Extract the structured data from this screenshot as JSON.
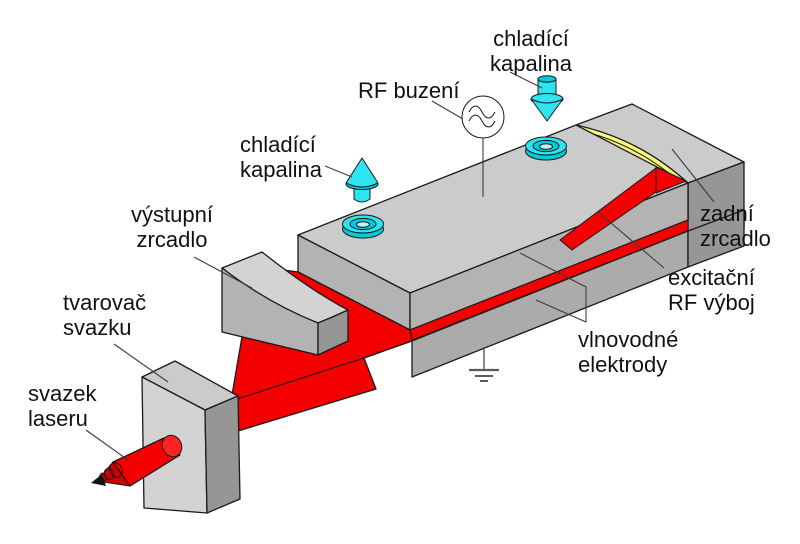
{
  "labels": {
    "coolant_right": {
      "line1": "chladící",
      "line2": "kapalina"
    },
    "rf_drive": {
      "text": "RF buzení"
    },
    "coolant_left": {
      "line1": "chladící",
      "line2": "kapalina"
    },
    "output_mirror": {
      "line1": "výstupní",
      "line2": "zrcadlo"
    },
    "beam_shaper": {
      "line1": "tvarovač",
      "line2": "svazku"
    },
    "laser_beam": {
      "line1": "svazek",
      "line2": "laseru"
    },
    "rear_mirror": {
      "line1": "zadní",
      "line2": "zrcadlo"
    },
    "rf_discharge": {
      "line1": "excitační",
      "line2": "RF výboj"
    },
    "electrodes": {
      "line1": "vlnovodné",
      "line2": "elektrody"
    }
  },
  "icons": {
    "rf_source": "ac-sine-source-icon",
    "ground": "earth-ground-icon",
    "coolant_in": "down-arrow-icon",
    "coolant_out": "up-arrow-icon"
  },
  "colors": {
    "red": "#f40000",
    "red_bright": "#ff2222",
    "red_dark": "#cf0000",
    "yellow": "#f7f67e",
    "cyan": "#2ee4f0",
    "cyan_mid": "#00cbd9",
    "cyan_pale": "#b5f8fc",
    "gray_top": "#cbcbcb",
    "gray_front": "#b3b3b3",
    "gray_front_low": "#ababab",
    "gray_side": "#969696",
    "gray_light": "#d3d3d3",
    "white": "#ffffff",
    "tip_black": "#141414"
  }
}
